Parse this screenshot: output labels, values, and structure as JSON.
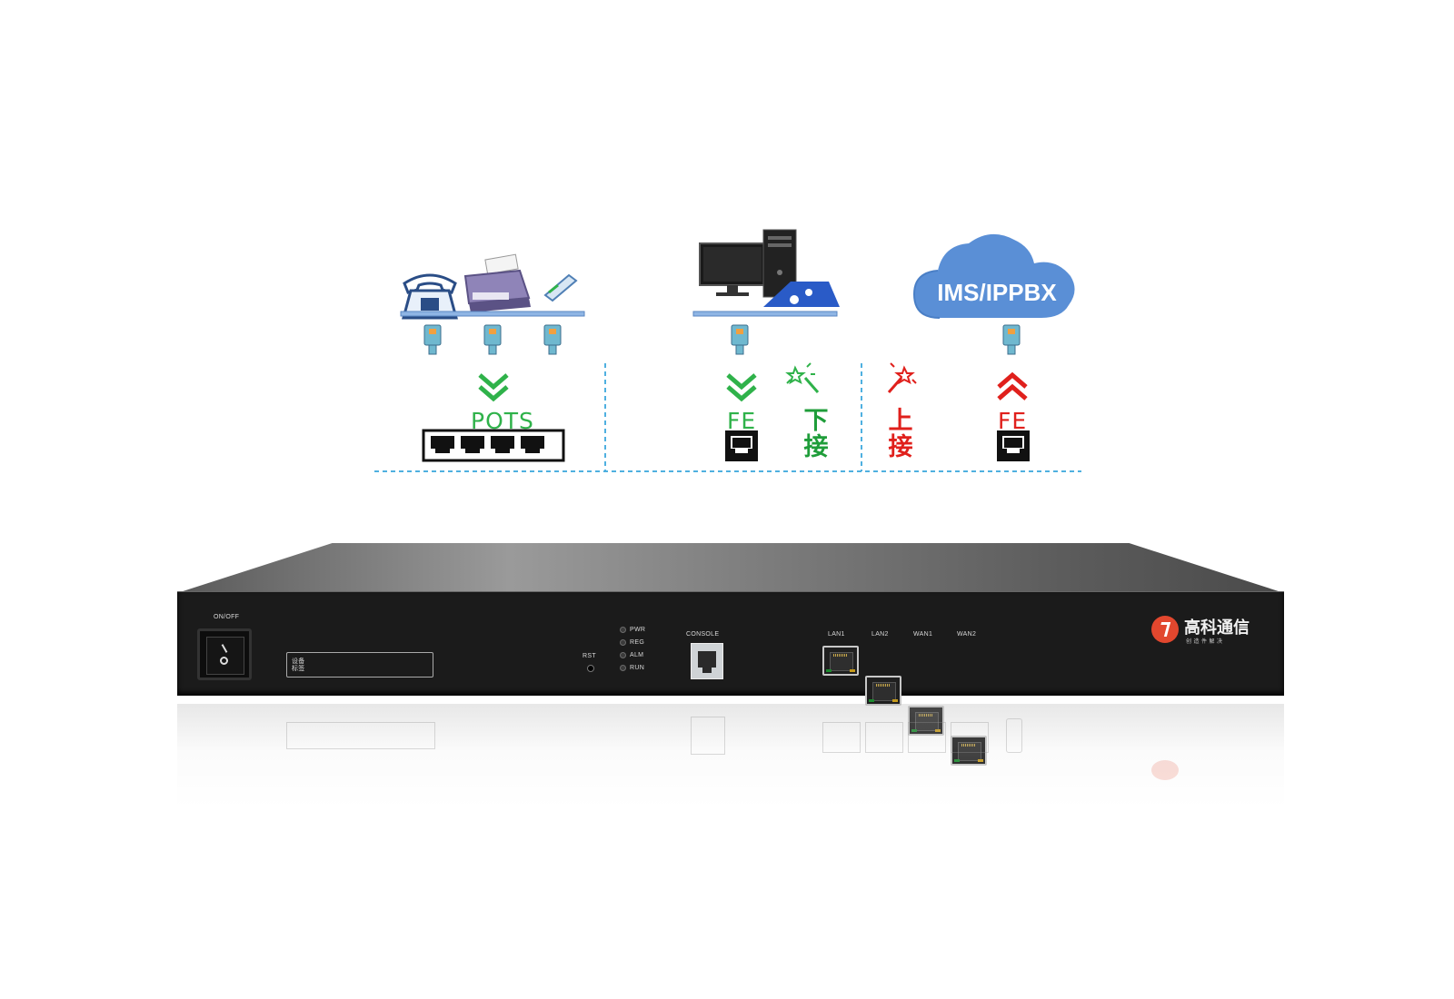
{
  "diagram": {
    "pots_label": "POTS",
    "fe_down_label": "FE",
    "fe_up_label": "FE",
    "downlink_text": "下接",
    "uplink_text": "上接",
    "cloud_label": "IMS/IPPBX",
    "colors": {
      "green": "#2fb24a",
      "red": "#e0201c",
      "cloud": "#5a8fd6",
      "dash": "#4fb0e0"
    }
  },
  "device": {
    "power_label": "ON/OFF",
    "device_tag": "设备\n标签",
    "rst_label": "RST",
    "leds": [
      "PWR",
      "REG",
      "ALM",
      "RUN"
    ],
    "console_label": "CONSOLE",
    "ports": [
      "LAN1",
      "LAN2",
      "WAN1",
      "WAN2"
    ],
    "brand": "高科通信",
    "slogan": "创 造 件 解 决"
  }
}
